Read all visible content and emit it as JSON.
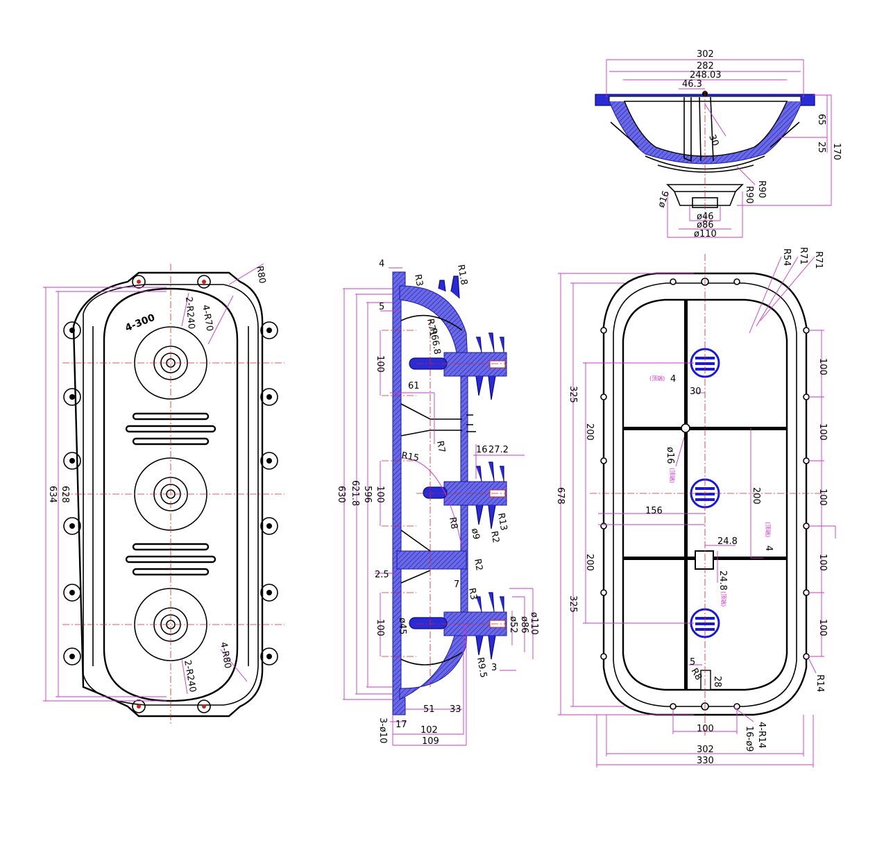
{
  "top_view": {
    "labels": {
      "w302": "302",
      "w282": "282",
      "w248": "248.03",
      "w46_3": "46.3",
      "h65": "65",
      "h25": "25",
      "h170": "170",
      "r90a": "R90",
      "r90b": "R90",
      "d30": "30",
      "d46": "ø46",
      "d86": "ø86",
      "d110": "ø110",
      "phi9": "ø16"
    }
  },
  "front_view": {
    "labels": {
      "h634": "634",
      "h628": "628",
      "r80": "R80",
      "r2_240_top": "2-R240",
      "r4_70": "4-R70",
      "r4_80": "4-R80",
      "r2_240_bot": "2-R240",
      "stamp": "4-300"
    }
  },
  "section_view": {
    "labels": {
      "d4": "4",
      "r3": "R3",
      "r1_8": "R1.8",
      "d5": "5",
      "r71": "R71",
      "r66_8": "R66.8",
      "d100a": "100",
      "d61": "61",
      "r7": "R7",
      "d16": "16",
      "d27_2": "27.2",
      "r15": "R15",
      "d100b": "100",
      "d630": "630",
      "d621_8": "621.8",
      "d596": "596",
      "r8": "R8",
      "r13": "R13",
      "r2a": "R2",
      "phi9": "ø9",
      "r2b": "R2",
      "d2_5": "2.5",
      "d7": "7",
      "r3b": "R3",
      "d100c": "100",
      "phi45": "ø45",
      "phi52": "ø52",
      "phi86": "ø86",
      "phi110": "ø110",
      "r9_5": "R9.5",
      "d3": "3",
      "d51": "51",
      "d33": "33",
      "d17": "17",
      "d3_phi10": "3-ø10",
      "d102": "102",
      "d109": "109"
    }
  },
  "bottom_view": {
    "labels": {
      "r54": "R54",
      "r71a": "R71",
      "r71b": "R71",
      "d325a": "325",
      "d200a": "200",
      "d678": "678",
      "d200b": "200",
      "d325b": "325",
      "d4a": "4",
      "d30": "30",
      "phi16": "ø16",
      "d156": "156",
      "d200c": "200",
      "d24_8a": "24.8",
      "d4b": "4",
      "d24_8b": "24.8",
      "d5": "5",
      "r8": "R8",
      "d28": "28",
      "r100_1": "100",
      "r100_2": "100",
      "r100_3": "100",
      "r100_4": "100",
      "r100_5": "100",
      "r14": "R14",
      "d100": "100",
      "r4_14": "4-R14",
      "r16_9": "16-ø9",
      "d302": "302",
      "d330": "330",
      "note_top": "(顶端)",
      "note_mid": "(顶端)",
      "note_r1": "(顶端)",
      "note_r2": "(顶端)"
    }
  }
}
